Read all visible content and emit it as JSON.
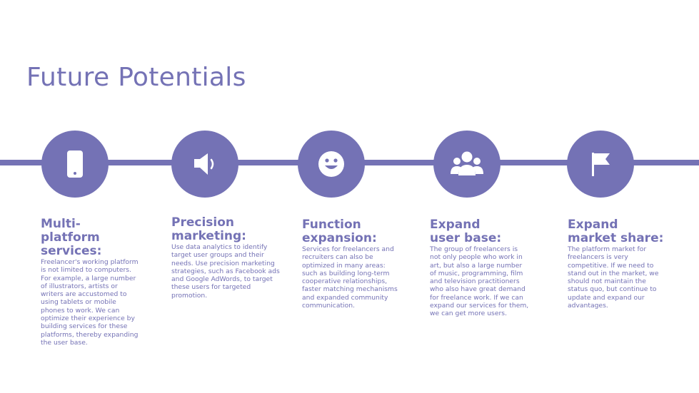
{
  "slide": {
    "title": "Future Potentials"
  },
  "colors": {
    "accent": "#7472b5",
    "background": "#ffffff"
  },
  "items": [
    {
      "icon": "mobile-phone-icon",
      "title": "Multi-platform services:",
      "text": "Freelancer's working platform is not limited to computers. For example, a large number of illustrators, artists or writers are accustomed to using tablets or mobile phones to work. We can optimize their experience by building services for these platforms, thereby expanding the user base."
    },
    {
      "icon": "speaker-icon",
      "title": "Precision marketing:",
      "text": "Use data analytics to identify target user groups and their needs. Use precision marketing strategies, such as Facebook ads and Google AdWords, to target these users for targeted promotion."
    },
    {
      "icon": "smiley-icon",
      "title": "Function expansion:",
      "text": "Services for freelancers and recruiters can also be optimized in many areas: such as building long-term cooperative relationships, faster matching mechanisms and expanded community communication."
    },
    {
      "icon": "users-group-icon",
      "title": "Expand user base:",
      "text": "The group of freelancers is not only people who work in art, but also a large number of music, programming, film and television practitioners who also have great demand for freelance work. If we can expand our services for them, we can get more users."
    },
    {
      "icon": "flag-icon",
      "title": "Expand market share:",
      "text": "The platform market for freelancers is very competitive. If we need to stand out in the market, we should not maintain the status quo, but continue to update and expand our advantages."
    }
  ]
}
